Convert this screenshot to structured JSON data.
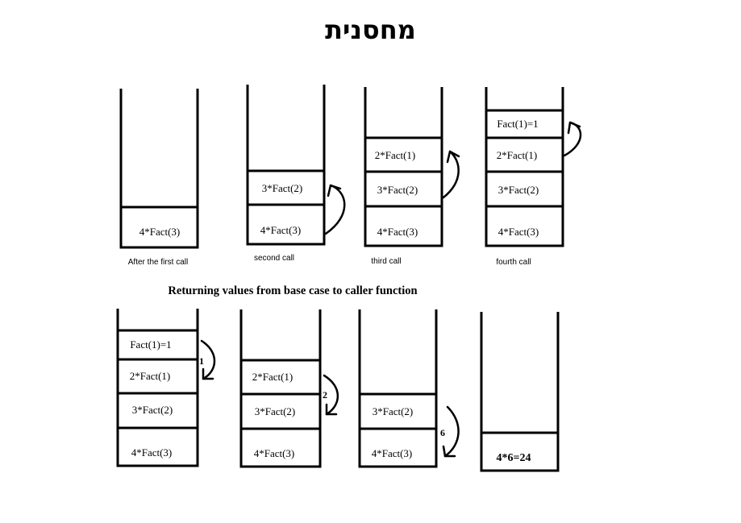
{
  "title": "מחסנית",
  "top_row": {
    "stacks": [
      {
        "caption": "After the first call",
        "cells": [
          "4*Fact(3)"
        ]
      },
      {
        "caption": "second call",
        "cells": [
          "3*Fact(2)",
          "4*Fact(3)"
        ]
      },
      {
        "caption": "third call",
        "cells": [
          "2*Fact(1)",
          "3*Fact(2)",
          "4*Fact(3)"
        ]
      },
      {
        "caption": "fourth call",
        "cells": [
          "Fact(1)=1",
          "2*Fact(1)",
          "3*Fact(2)",
          "4*Fact(3)"
        ]
      }
    ]
  },
  "bottom_heading": "Returning values from base case to caller function",
  "bottom_row": {
    "stacks": [
      {
        "cells": [
          "Fact(1)=1",
          "2*Fact(1)",
          "3*Fact(2)",
          "4*Fact(3)"
        ],
        "return_value": "1"
      },
      {
        "cells": [
          "2*Fact(1)",
          "3*Fact(2)",
          "4*Fact(3)"
        ],
        "return_value": "2"
      },
      {
        "cells": [
          "3*Fact(2)",
          "4*Fact(3)"
        ],
        "return_value": "6"
      },
      {
        "cells": [
          "4*6=24"
        ]
      }
    ]
  }
}
